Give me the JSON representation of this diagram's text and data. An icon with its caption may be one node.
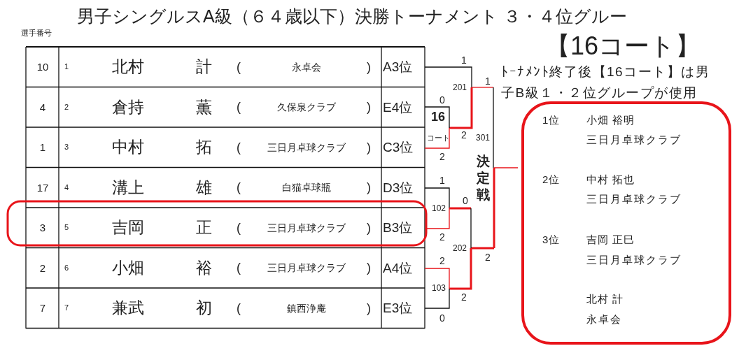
{
  "diagram": {
    "title": "男子シングルスA級（６４歳以下）決勝トーナメント ３・４位グルー",
    "nodes": [
      {
        "text": [
          "1位",
          "小畑 裕明",
          "三日月卓球クラブ",
          "2位",
          "中村 拓也",
          "三日月卓球クラブ",
          "3位",
          "吉岡 正巳",
          "三日月卓球クラブ",
          "北村 計",
          "永卓会"
        ]
      }
    ],
    "labels": [
      "選手番号",
      "【16コート】",
      "ﾄｰﾅﾒﾝﾄ終了後【16コート】は男子B級１・２位グループが使用",
      "10",
      "1",
      "北村",
      "計",
      "(",
      "永卓会",
      ")",
      "A3位",
      "4",
      "2",
      "倉持",
      "薫",
      "(",
      "久保泉クラブ",
      ")",
      "E4位",
      "1",
      "3",
      "中村",
      "拓",
      "(",
      "三日月卓球クラブ",
      ")",
      "C3位",
      "17",
      "4",
      "溝上",
      "雄",
      "(",
      "白猫卓球瓶",
      ")",
      "D3位",
      "3",
      "5",
      "吉岡",
      "正",
      "(",
      "三日月卓球クラブ",
      ")",
      "B3位",
      "2",
      "6",
      "小畑",
      "裕",
      "(",
      "三日月卓球クラブ",
      ")",
      "A4位",
      "7",
      "7",
      "兼武",
      "初",
      "(",
      "鎮西浄庵",
      ")",
      "E3位",
      "1",
      "201",
      "1",
      "0",
      "16",
      "コート",
      "2",
      "301",
      "2",
      "決定戦",
      "1",
      "0",
      "102",
      "2",
      "202",
      "2",
      "2",
      "103",
      "2",
      "0"
    ]
  }
}
